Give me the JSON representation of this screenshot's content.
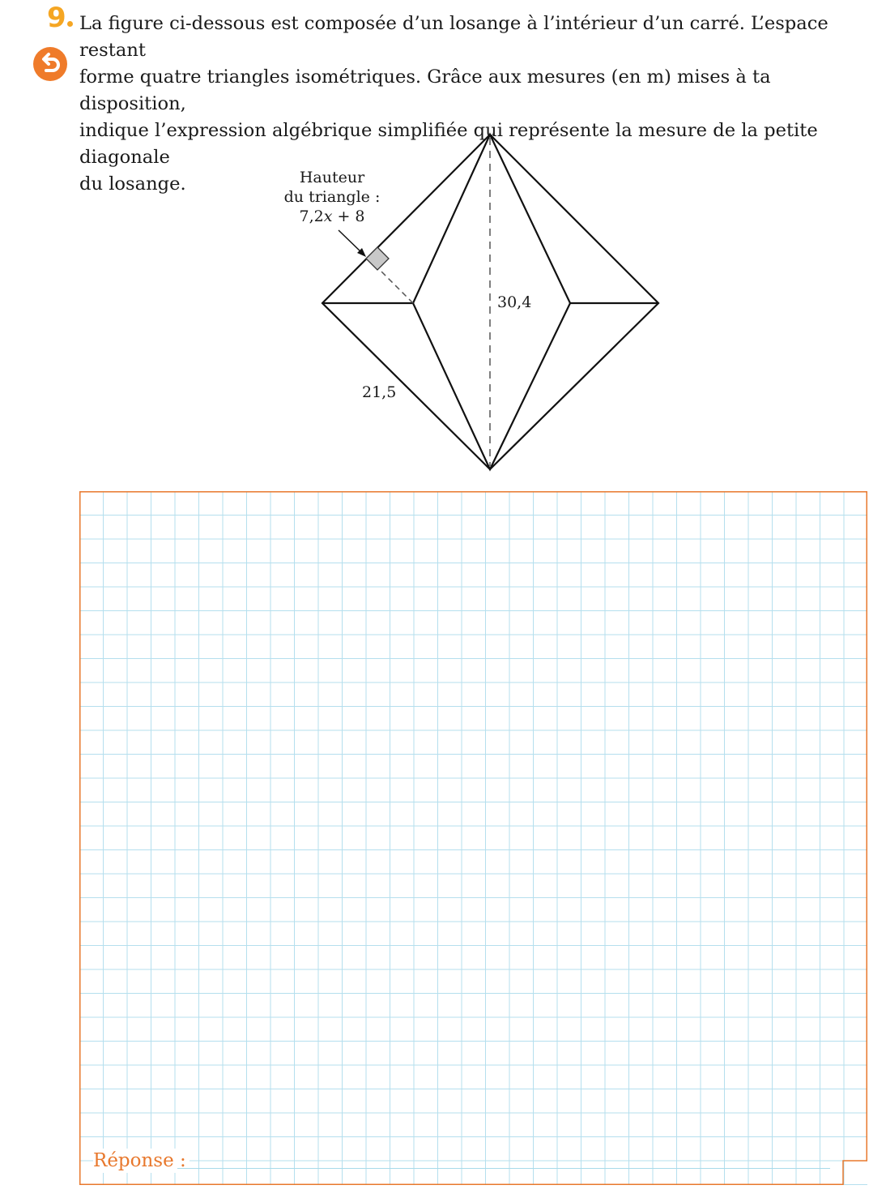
{
  "exercise": {
    "number": "9",
    "icon": "back-arrow-icon",
    "statement": "La figure ci-dessous est composée d’un losange à l’intérieur d’un carré. L’espace restant\nforme quatre triangles isométriques. Grâce aux mesures (en m) mises à ta disposition,\nindique l’expression algébrique simplifiée qui représente la mesure de la petite diagonale\ndu losange."
  },
  "figure": {
    "height_label": "Hauteur\ndu triangle :\n7,2x + 8",
    "diagonal_label": "30,4",
    "side_label": "21,5"
  },
  "answer": {
    "label": "Réponse :"
  },
  "colors": {
    "accent_yellow": "#f5a623",
    "accent_orange": "#e8782d",
    "grid_blue": "#b5dfee"
  }
}
